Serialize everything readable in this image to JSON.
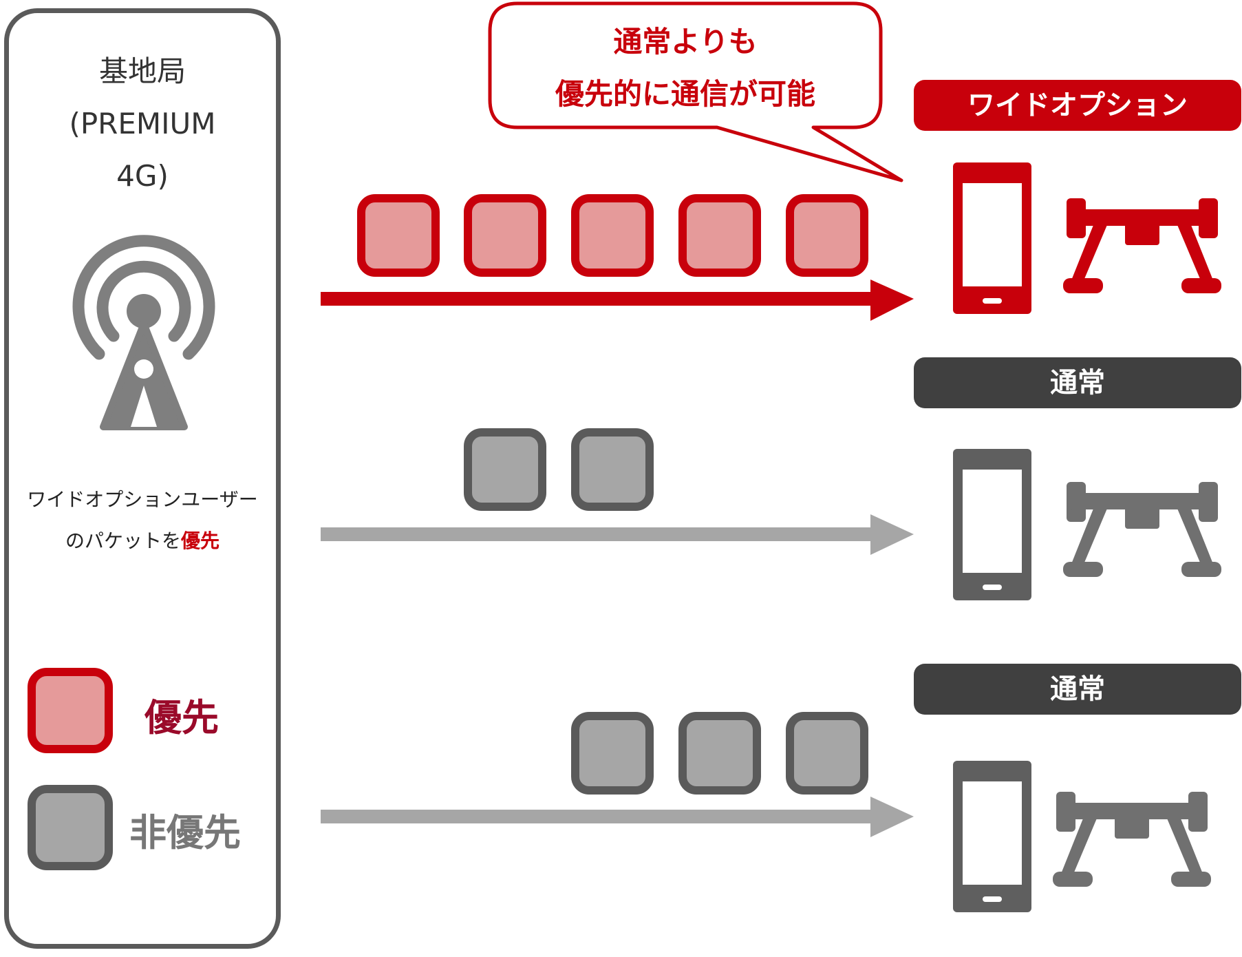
{
  "station": {
    "title_lines": [
      "基地局",
      "(PREMIUM",
      "4G)"
    ],
    "desc_line1": "ワイドオプションユーザー",
    "desc_line2_prefix": "のパケットを",
    "desc_line2_highlight": "優先"
  },
  "legend": {
    "priority_label": "優先",
    "nonpriority_label": "非優先"
  },
  "callout": {
    "line1": "通常よりも",
    "line2": "優先的に通信が可能"
  },
  "lanes": [
    {
      "tag": "ワイドオプション",
      "packets": 5,
      "kind": "priority"
    },
    {
      "tag": "通常",
      "packets": 2,
      "kind": "normal"
    },
    {
      "tag": "通常",
      "packets": 3,
      "kind": "normal"
    }
  ],
  "colors": {
    "priority_red": "#c8000b",
    "priority_fill": "#e59a9a",
    "normal_dark": "#5a5a5a",
    "normal_fill": "#a6a6a6",
    "normal_arrow": "#a6a6a6",
    "tag_dark": "#404040"
  },
  "icons": [
    "antenna-tower-icon",
    "smartphone-icon",
    "drone-icon"
  ]
}
